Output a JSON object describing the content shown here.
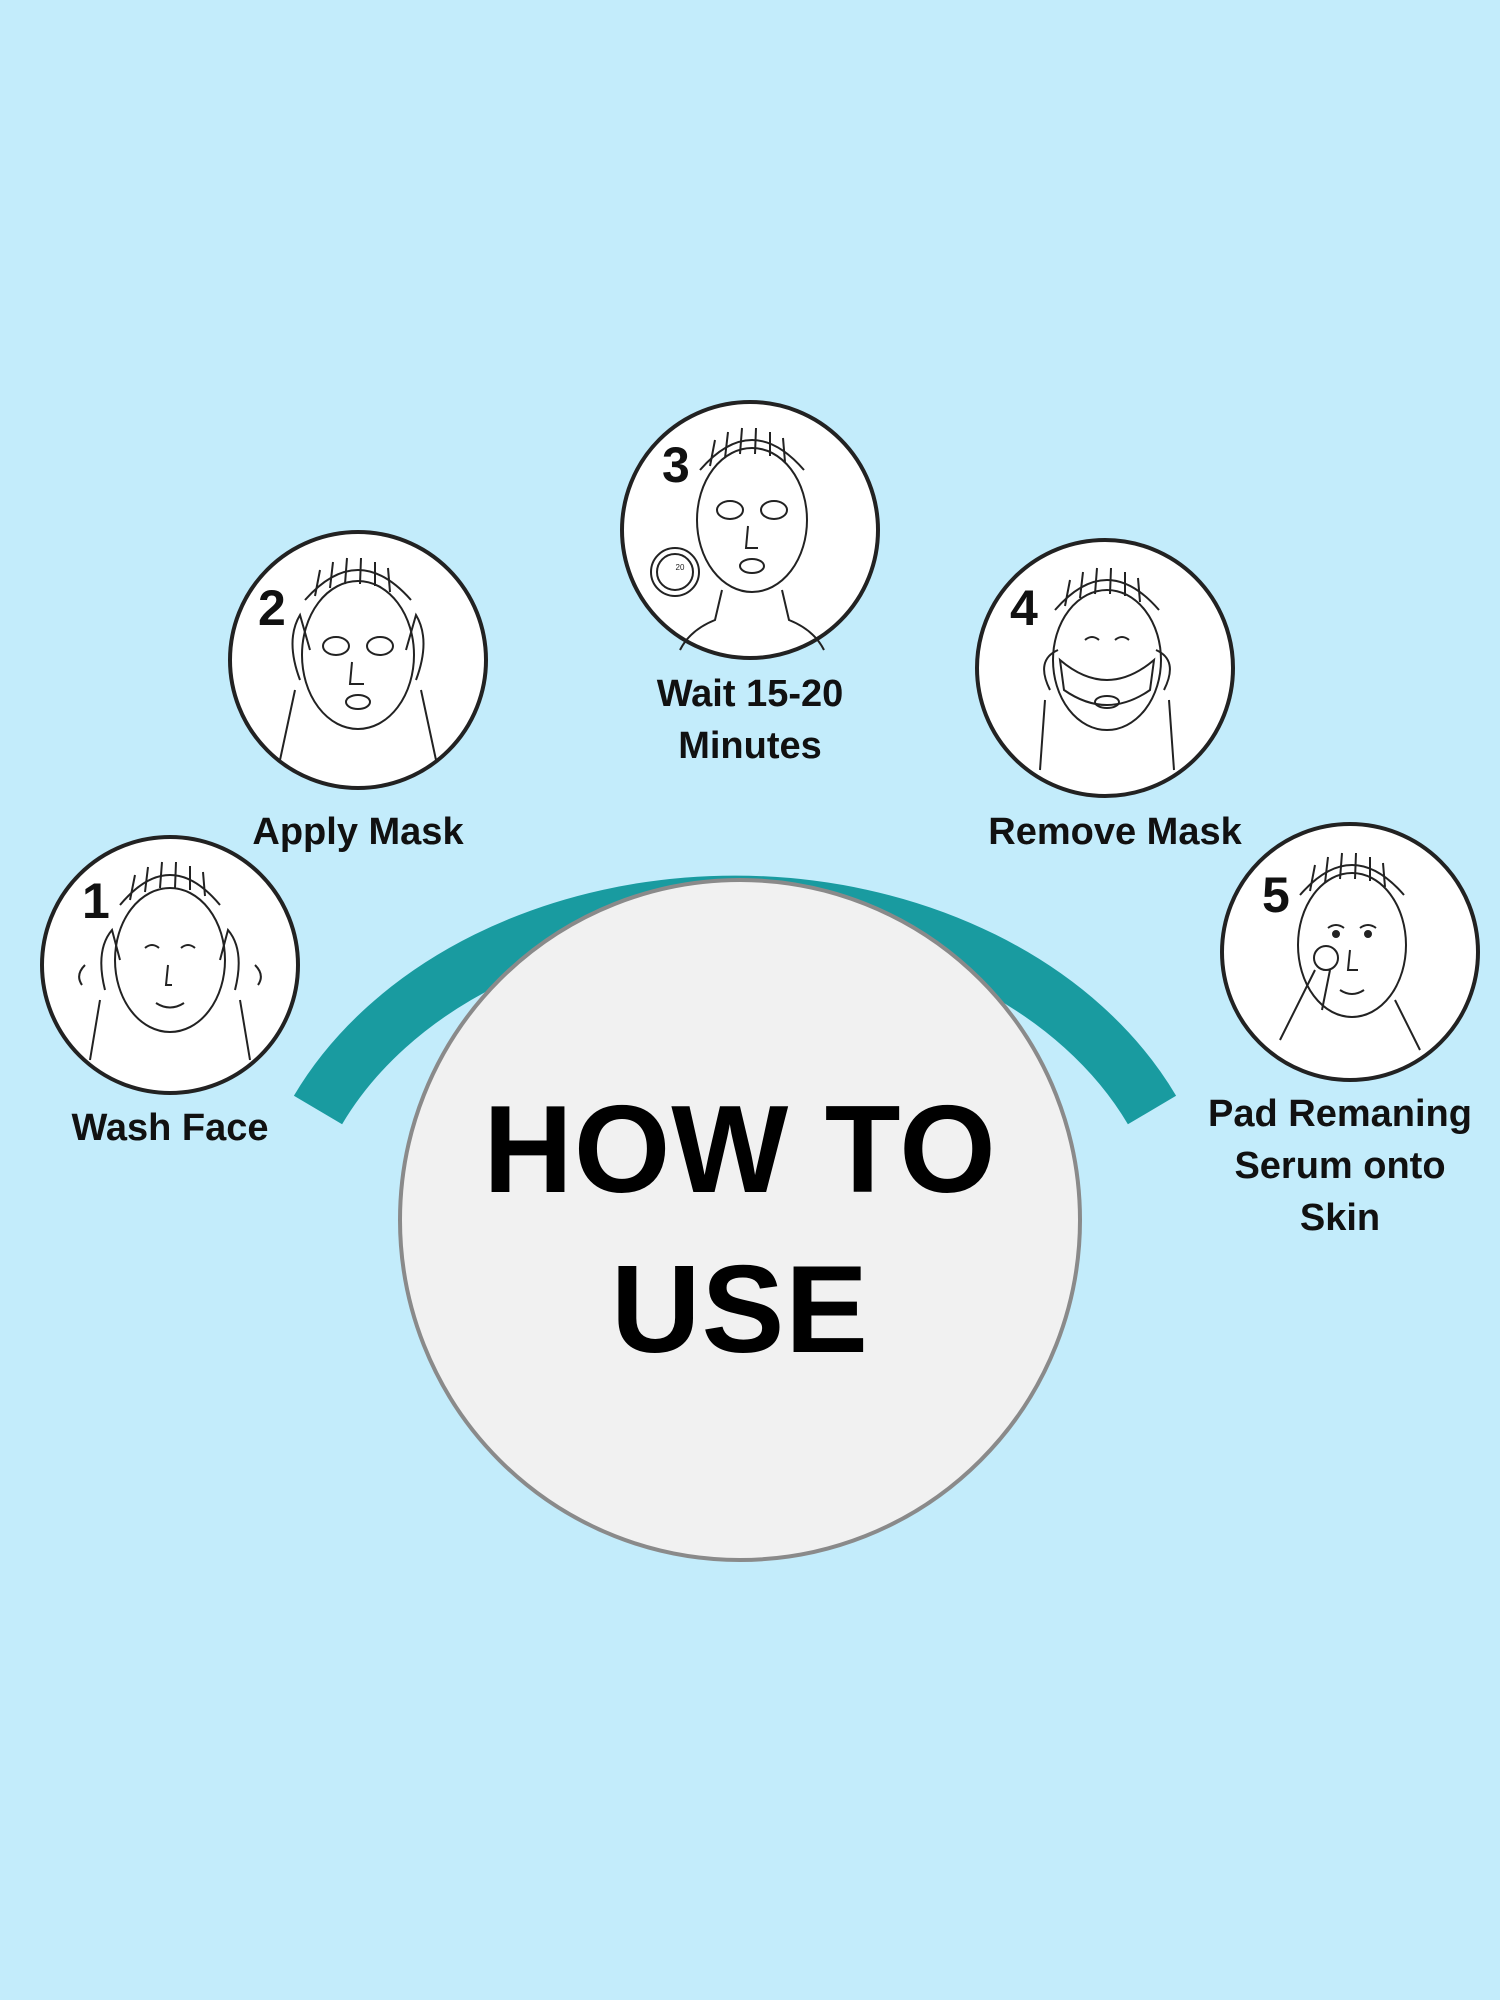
{
  "title": {
    "line1": "HOW TO",
    "line2": "USE"
  },
  "colors": {
    "background": "#c3ecfb",
    "arc": "#199ba0",
    "center_circle": "#f1f1f1",
    "step_circle": "#ffffff",
    "outline": "#222222"
  },
  "steps": [
    {
      "number": "1",
      "label_lines": [
        "Wash Face"
      ],
      "icon": "face-washing-icon"
    },
    {
      "number": "2",
      "label_lines": [
        "Apply Mask"
      ],
      "icon": "applying-sheet-mask-icon"
    },
    {
      "number": "3",
      "label_lines": [
        "Wait 15-20",
        "Minutes"
      ],
      "icon": "mask-on-with-timer-icon",
      "timer_text": "20"
    },
    {
      "number": "4",
      "label_lines": [
        "Remove Mask"
      ],
      "icon": "removing-mask-icon"
    },
    {
      "number": "5",
      "label_lines": [
        "Pad Remaning",
        "Serum onto",
        "Skin"
      ],
      "icon": "patting-serum-icon"
    }
  ]
}
